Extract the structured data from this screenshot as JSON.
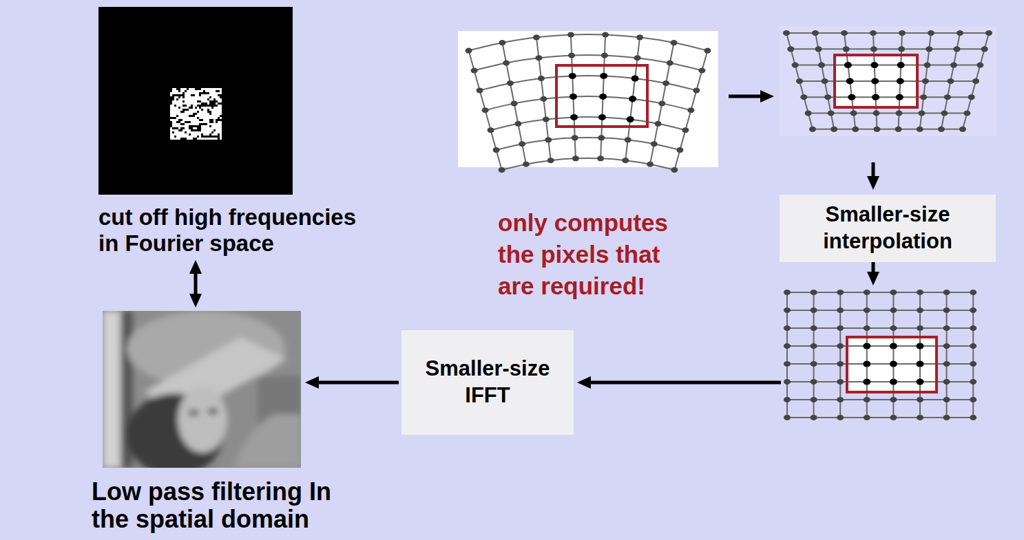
{
  "diagram": {
    "nodes": [
      {
        "text": [
          "cut off high frequencies in Fourier space"
        ]
      },
      {
        "text": [
          "Low pass filtering In the spatial domain"
        ]
      },
      {
        "text": [
          "Smaller-size interpolation"
        ]
      },
      {
        "text": [
          "Smaller-size IFFT"
        ]
      }
    ],
    "edges": [
      {
        "from": 0,
        "to": 1,
        "arrow": "both"
      },
      {
        "from": 3,
        "to": 1,
        "arrow": "to"
      }
    ],
    "labels": [
      "only computes the pixels that are required!"
    ]
  }
}
